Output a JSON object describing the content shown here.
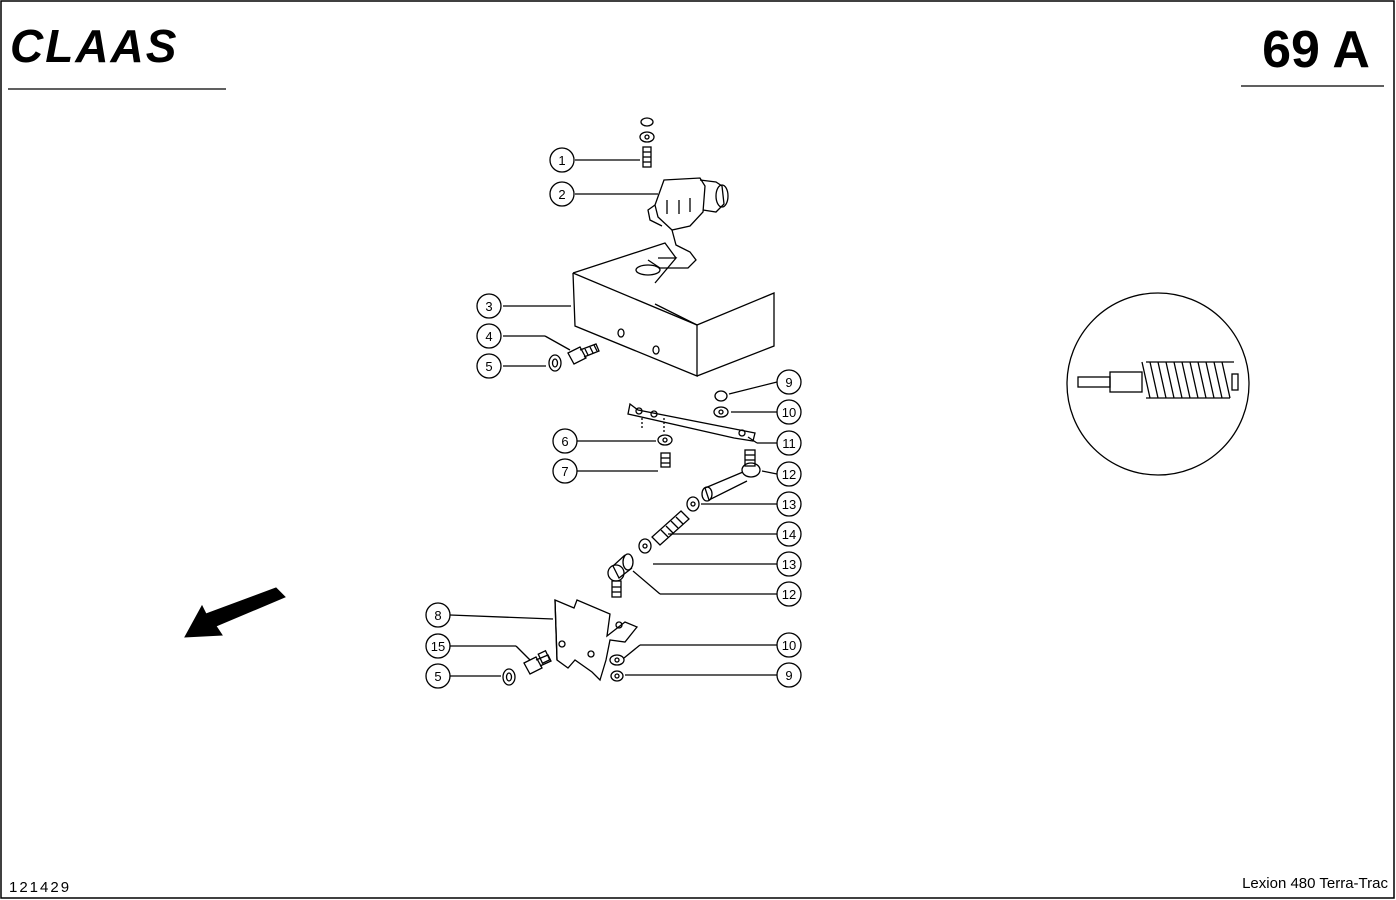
{
  "header": {
    "logo_text": "CLAAS",
    "page_number": "69 A"
  },
  "footer": {
    "drawing_number": "121429",
    "machine_model": "Lexion 480 Terra-Trac"
  },
  "callouts": {
    "c1": "1",
    "c2": "2",
    "c3": "3",
    "c4": "4",
    "c5a": "5",
    "c6": "6",
    "c7": "7",
    "c8": "8",
    "c9a": "9",
    "c10a": "10",
    "c11": "11",
    "c12a": "12",
    "c13a": "13",
    "c14": "14",
    "c13b": "13",
    "c12b": "12",
    "c15": "15",
    "c10b": "10",
    "c5b": "5",
    "c9b": "9"
  },
  "icons": {
    "direction_arrow": "travel-direction-arrow-icon",
    "detail_view": "spring-detail-icon"
  }
}
